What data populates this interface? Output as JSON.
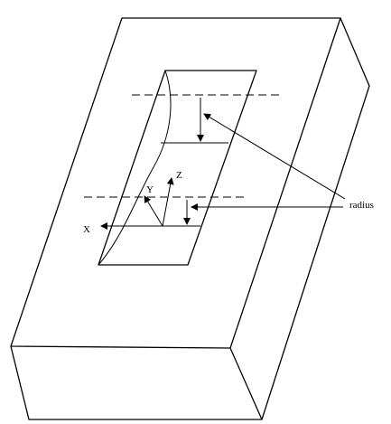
{
  "labels": {
    "radius": "radius",
    "x_axis": "X",
    "y_axis": "Y",
    "z_axis": "Z"
  }
}
